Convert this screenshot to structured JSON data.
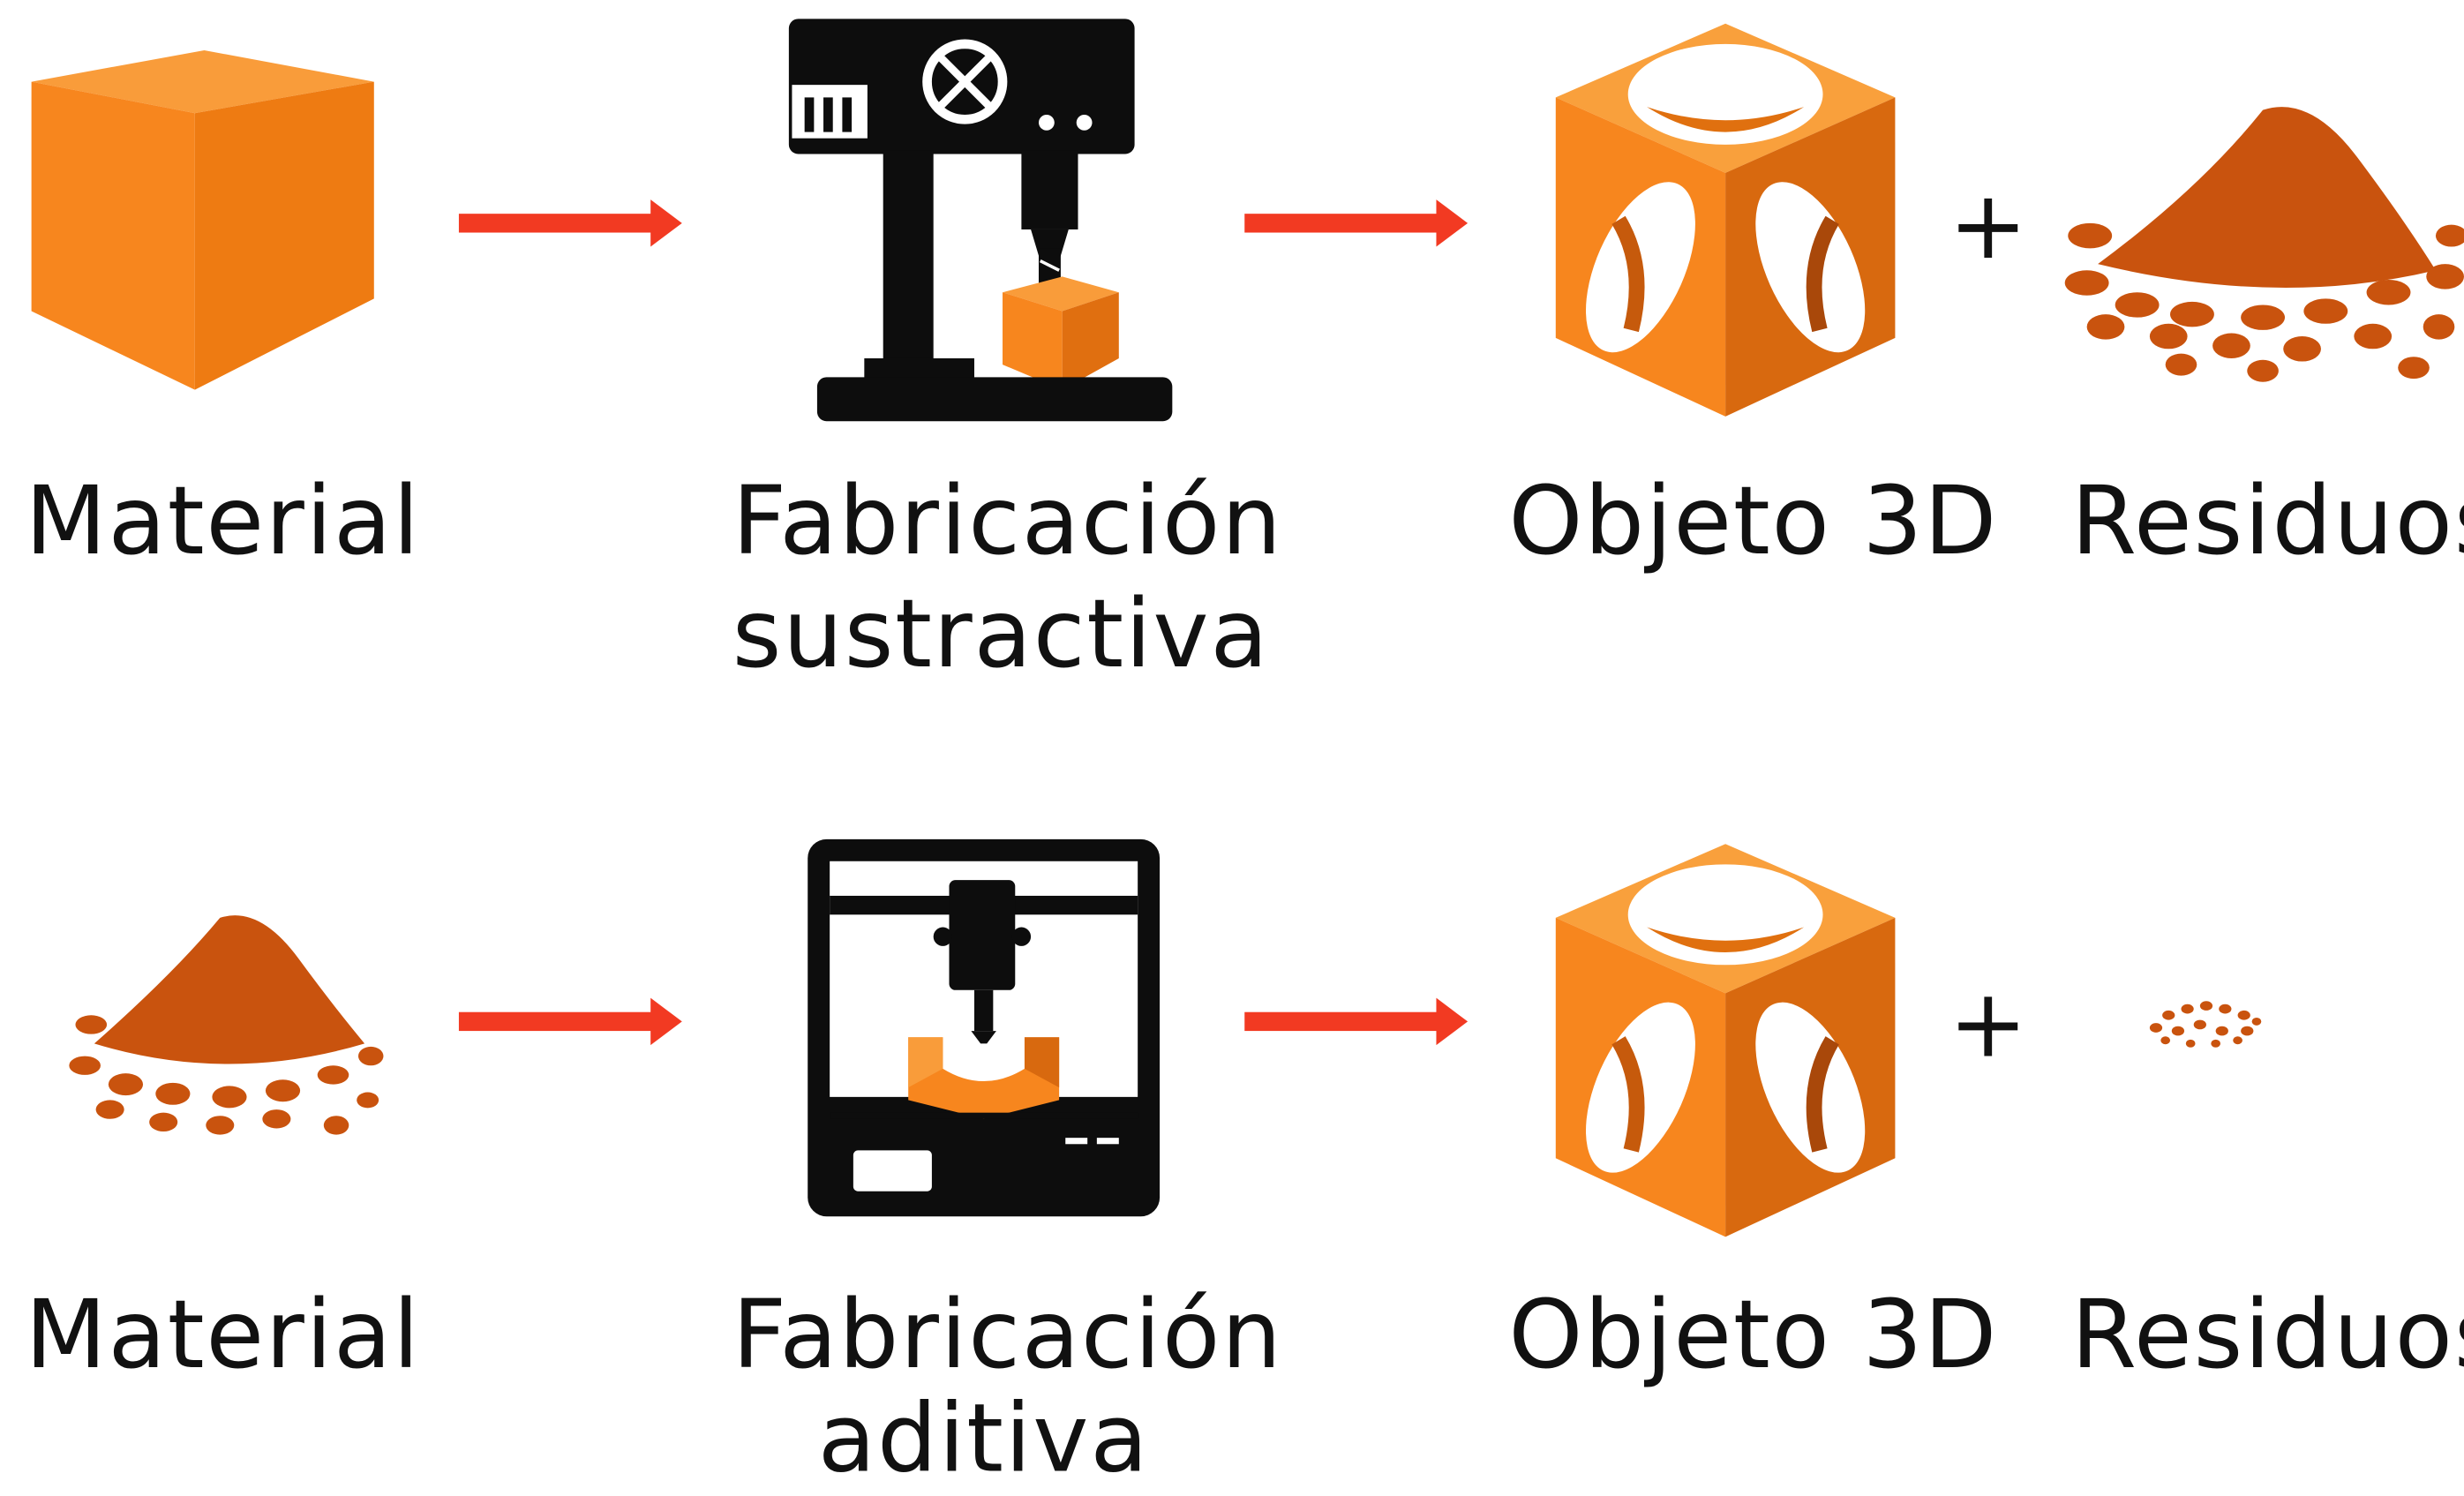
{
  "colors": {
    "orange": "#F7861E",
    "orange_dark": "#C9530E",
    "arrow": "#F23A22",
    "black": "#0D0D0D"
  },
  "rows": [
    {
      "material_label": "Material",
      "process_label": "Fabricación",
      "process_sublabel": "sustractiva",
      "object_label": "Objeto 3D",
      "plus": "+",
      "waste_label": "Residuos"
    },
    {
      "material_label": "Material",
      "process_label": "Fabricación",
      "process_sublabel": "aditiva",
      "object_label": "Objeto 3D",
      "plus": "+",
      "waste_label": "Residuos"
    }
  ],
  "icons": {
    "row1_material": "solid-cube-icon",
    "row1_process": "drill-press-icon",
    "row1_object": "hollow-cube-icon",
    "row1_waste": "large-powder-pile-icon",
    "row2_material": "powder-pile-icon",
    "row2_process": "3d-printer-icon",
    "row2_object": "hollow-cube-icon",
    "row2_waste": "small-powder-pile-icon"
  }
}
